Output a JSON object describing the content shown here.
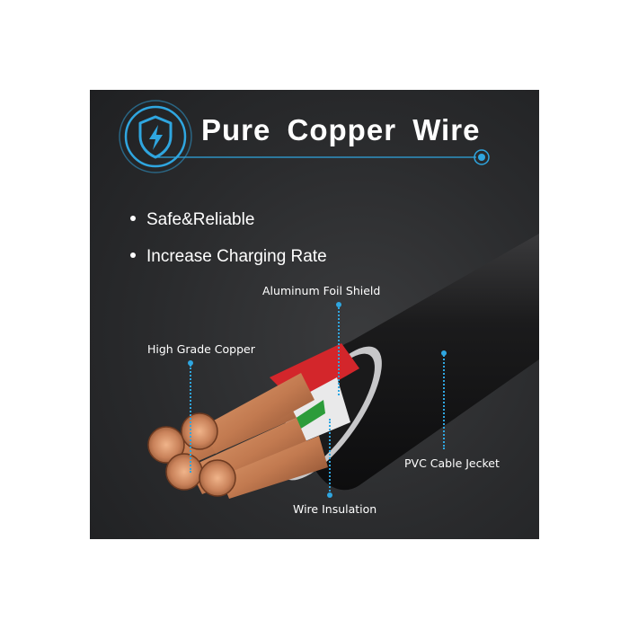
{
  "title": "Pure  Copper  Wire",
  "bullets": [
    "Safe&Reliable",
    "Increase Charging Rate"
  ],
  "labels": {
    "foil": "Aluminum Foil Shield",
    "copper": "High Grade Copper",
    "pvc": "PVC Cable Jecket",
    "insulation": "Wire Insulation"
  },
  "icons": {
    "badge": "shield-lightning-icon"
  },
  "colors": {
    "accent": "#2fa6e0",
    "panel": "#2b2c2e",
    "copper": "#c9825a",
    "insulation_red": "#d3262b"
  }
}
